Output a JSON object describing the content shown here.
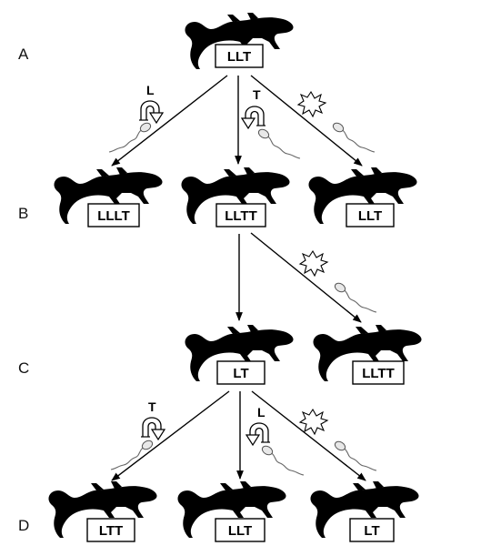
{
  "generations": [
    {
      "label": "A"
    },
    {
      "label": "B"
    },
    {
      "label": "C"
    },
    {
      "label": "D"
    }
  ],
  "genotypes": {
    "a_parent": "LLT",
    "b_left": "LLLT",
    "b_mid": "LLTT",
    "b_right": "LLT",
    "c_mid": "LT",
    "c_right": "LLTT",
    "d_left": "LTT",
    "d_mid": "LLT",
    "d_right": "LT"
  },
  "insertion_letters": {
    "a_to_b_left": "L",
    "a_to_b_mid": "T",
    "c_to_d_left": "T",
    "c_to_d_mid": "L"
  },
  "colors": {
    "salamander": "#9a9a9a",
    "line": "#000000",
    "box_border": "#000000"
  }
}
